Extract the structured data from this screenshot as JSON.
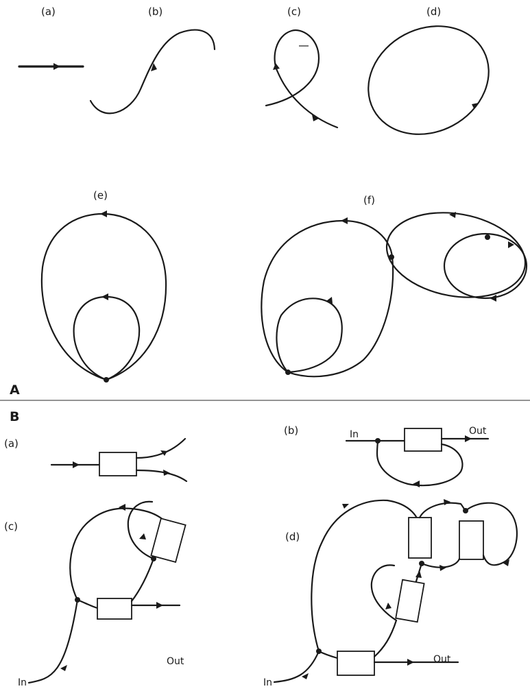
{
  "panel_A": {
    "letter": "A",
    "labels": {
      "a": "(a)",
      "b": "(b)",
      "c": "(c)",
      "d": "(d)",
      "e": "(e)",
      "f": "(f)"
    }
  },
  "panel_B": {
    "letter": "B",
    "labels": {
      "a": "(a)",
      "b": "(b)",
      "c": "(c)",
      "d": "(d)"
    },
    "io": {
      "b_in": "In",
      "b_out": "Out",
      "c_in": "In",
      "c_out": "Out",
      "d_in": "In",
      "d_out": "Out"
    }
  }
}
